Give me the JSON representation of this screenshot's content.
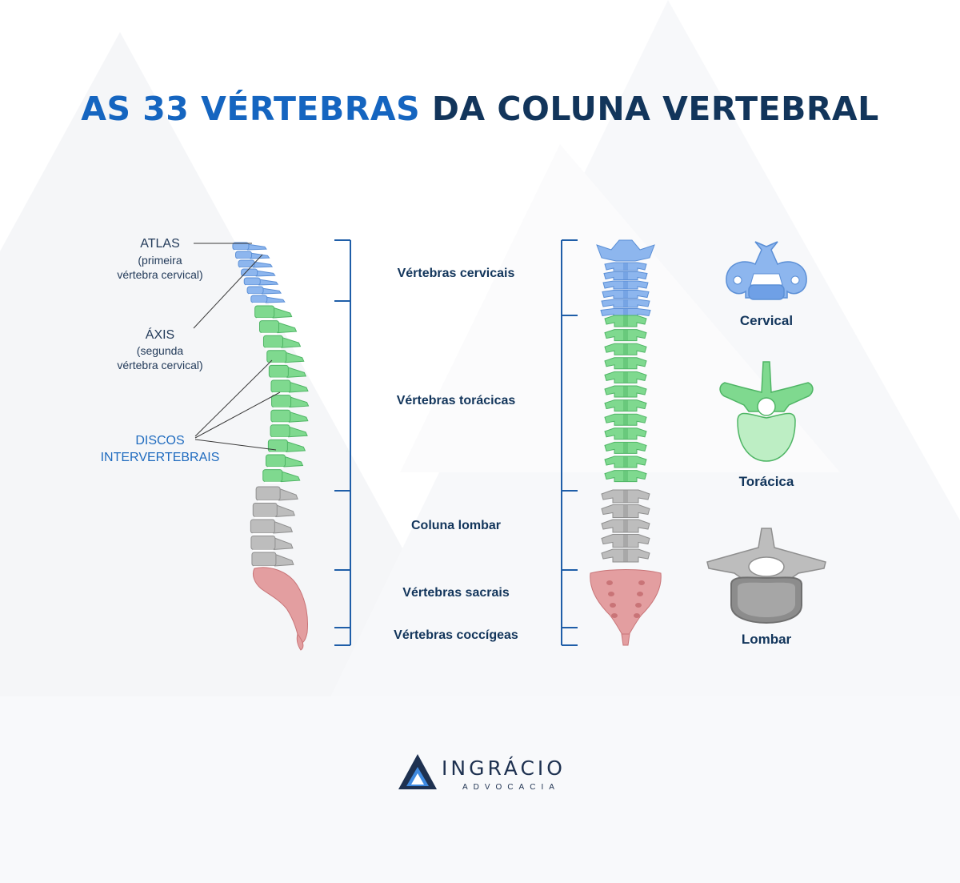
{
  "title": {
    "part1": "AS 33 VÉRTEBRAS",
    "part2": "DA COLUNA VERTEBRAL"
  },
  "side_labels": {
    "atlas": {
      "name": "ATLAS",
      "line1": "(primeira",
      "line2": "vértebra cervical)"
    },
    "axis": {
      "name": "ÁXIS",
      "line1": "(segunda",
      "line2": "vértebra cervical)"
    },
    "discs": {
      "line1": "DISCOS",
      "line2": "INTERVERTEBRAIS"
    }
  },
  "regions": [
    {
      "label": "Vértebras cervicais"
    },
    {
      "label": "Vértebras torácicas"
    },
    {
      "label": "Coluna lombar"
    },
    {
      "label": "Vértebras sacrais"
    },
    {
      "label": "Vértebras coccígeas"
    }
  ],
  "vertebra_types": [
    {
      "label": "Cervical"
    },
    {
      "label": "Torácica"
    },
    {
      "label": "Lombar"
    }
  ],
  "brand": {
    "name": "INGRÁCIO",
    "sub": "ADVOCACIA"
  },
  "colors": {
    "cervical": "#8db6ee",
    "thoracic": "#7fd98f",
    "lumbar": "#bdbdbd",
    "sacral": "#e39ea0",
    "title_accent": "#1565c0",
    "title_dark": "#12355b",
    "bracket": "#1f5ea8"
  }
}
